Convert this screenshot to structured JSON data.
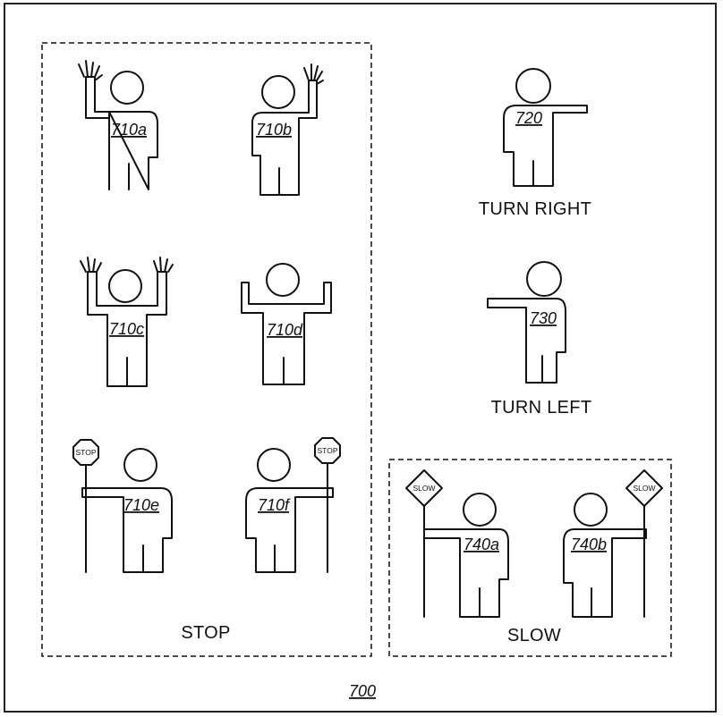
{
  "figure": {
    "number": "700",
    "groups": {
      "stop": {
        "label": "STOP"
      },
      "slow": {
        "label": "SLOW"
      }
    },
    "figures": {
      "f710a": {
        "ref": "710a"
      },
      "f710b": {
        "ref": "710b"
      },
      "f710c": {
        "ref": "710c"
      },
      "f710d": {
        "ref": "710d"
      },
      "f710e": {
        "ref": "710e",
        "sign": "STOP"
      },
      "f710f": {
        "ref": "710f",
        "sign": "STOP"
      },
      "f720": {
        "ref": "720",
        "caption": "TURN RIGHT"
      },
      "f730": {
        "ref": "730",
        "caption": "TURN LEFT"
      },
      "f740a": {
        "ref": "740a",
        "sign": "SLOW"
      },
      "f740b": {
        "ref": "740b",
        "sign": "SLOW"
      }
    }
  }
}
